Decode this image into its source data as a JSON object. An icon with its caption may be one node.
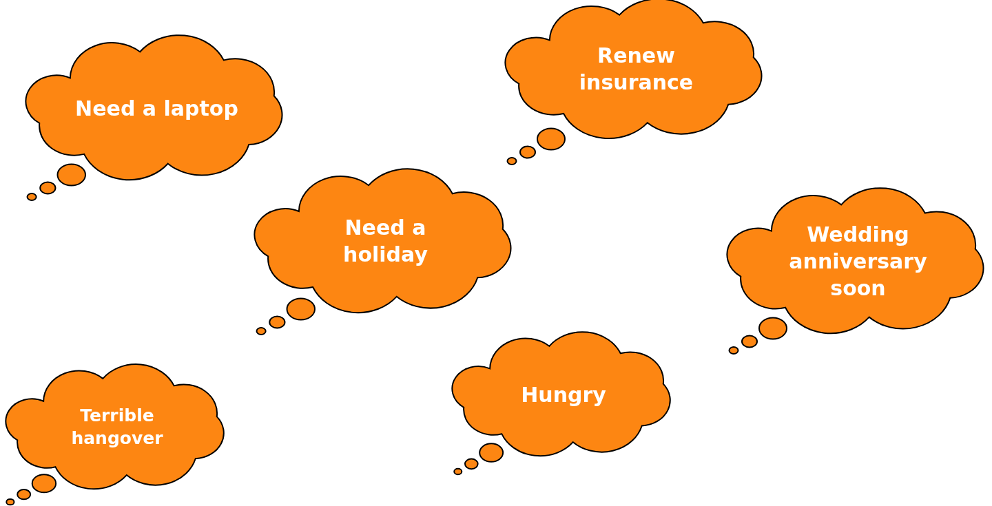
{
  "diagram": {
    "nodes": [
      {
        "text": [
          "Renew insurance"
        ]
      },
      {
        "text": [
          "Need a laptop"
        ]
      },
      {
        "text": [
          "Need a holiday"
        ]
      },
      {
        "text": [
          "Wedding anniversary soon"
        ]
      },
      {
        "text": [
          "Hungry"
        ]
      },
      {
        "text": [
          "Terrible hangover"
        ]
      }
    ]
  }
}
